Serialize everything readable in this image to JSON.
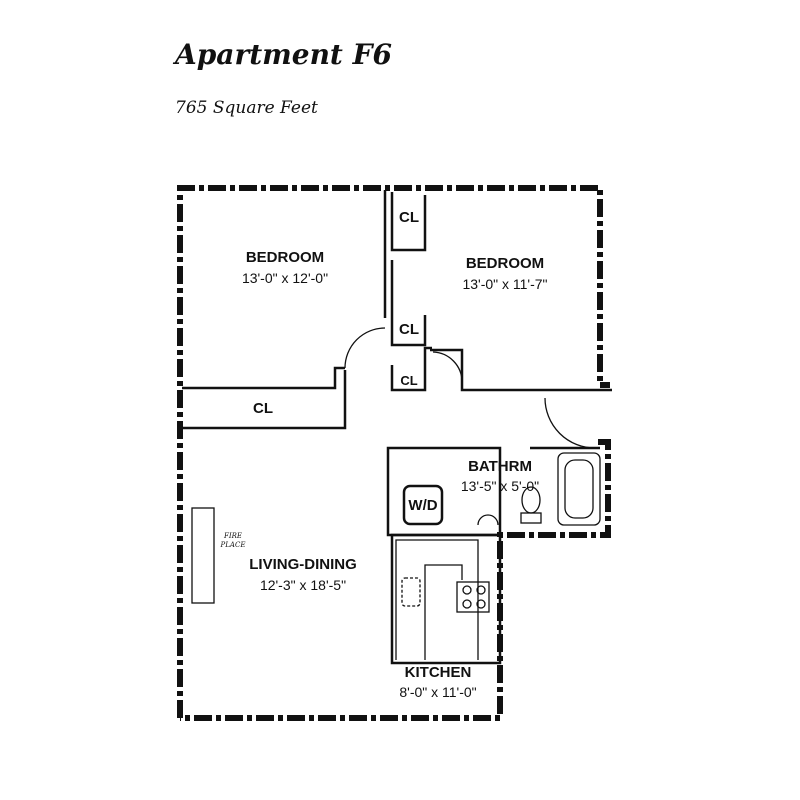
{
  "header": {
    "title": "Apartment F6",
    "subtitle": "765 Square Feet"
  },
  "rooms": [
    {
      "name": "BEDROOM",
      "dims": "13'-0\" x 12'-0\""
    },
    {
      "name": "BEDROOM",
      "dims": "13'-0\" x 11'-7\""
    },
    {
      "name": "BATHRM",
      "dims": "13'-5\" x 5'-0\""
    },
    {
      "name": "LIVING-DINING",
      "dims": "12'-3\" x 18'-5\""
    },
    {
      "name": "KITCHEN",
      "dims": "8'-0\" x 11'-0\""
    }
  ],
  "labels": {
    "closet": "CL",
    "washer_dryer": "W/D",
    "fireplace_1": "FIRE",
    "fireplace_2": "PLACE"
  }
}
